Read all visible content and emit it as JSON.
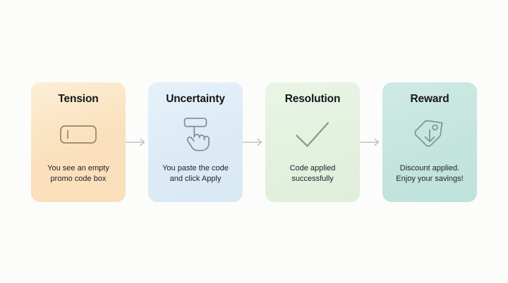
{
  "diagram": {
    "type": "horizontal-step-flow",
    "background_color": "#fcfcfb",
    "steps": [
      {
        "title": "Tension",
        "caption": "You see an empty\npromo code box",
        "icon": "empty-input-field-icon",
        "card_color": "#fae0bc",
        "icon_color": "#9b8466"
      },
      {
        "title": "Uncertainty",
        "caption": "You paste the code\nand click Apply",
        "icon": "hand-tap-button-icon",
        "card_color": "#dceaf5",
        "icon_color": "#7d8c99"
      },
      {
        "title": "Resolution",
        "caption": "Code applied\nsuccessfully",
        "icon": "checkmark-icon",
        "card_color": "#e2f0dd",
        "icon_color": "#8a9b88"
      },
      {
        "title": "Reward",
        "caption": "Discount applied.\nEnjoy your savings!",
        "icon": "discount-tag-arrow-icon",
        "card_color": "#c3e4dd",
        "icon_color": "#7f9894"
      }
    ],
    "connectors": [
      {
        "name": "arrow-tension-to-uncertainty",
        "color": "#b4b7bb"
      },
      {
        "name": "arrow-uncertainty-to-resolution",
        "color": "#b4b7bb"
      },
      {
        "name": "arrow-resolution-to-reward",
        "color": "#b4b7bb"
      }
    ]
  }
}
